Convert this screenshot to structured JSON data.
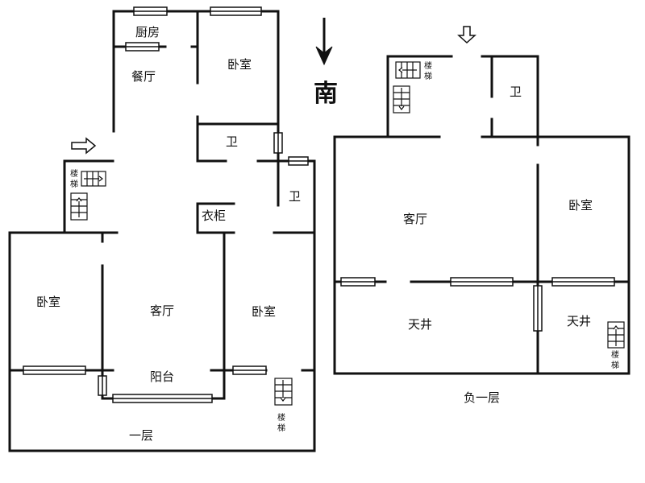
{
  "compass": {
    "label": "南"
  },
  "floor1": {
    "title": "一层",
    "rooms": {
      "kitchen": "厨房",
      "dining": "餐厅",
      "bedroom_top": "卧室",
      "bath_a": "卫",
      "bath_b": "卫",
      "wardrobe": "衣柜",
      "stair_left_1": "楼",
      "stair_left_2": "梯",
      "bedroom_left": "卧室",
      "living": "客厅",
      "bedroom_right": "卧室",
      "balcony": "阳台",
      "stair_bottom_1": "楼",
      "stair_bottom_2": "梯"
    }
  },
  "basement": {
    "title": "负一层",
    "rooms": {
      "stair_top_1": "楼",
      "stair_top_2": "梯",
      "bath": "卫",
      "living": "客厅",
      "bedroom": "卧室",
      "courtyard_left": "天井",
      "courtyard_right": "天井",
      "stair_right_1": "楼",
      "stair_right_2": "梯"
    }
  }
}
